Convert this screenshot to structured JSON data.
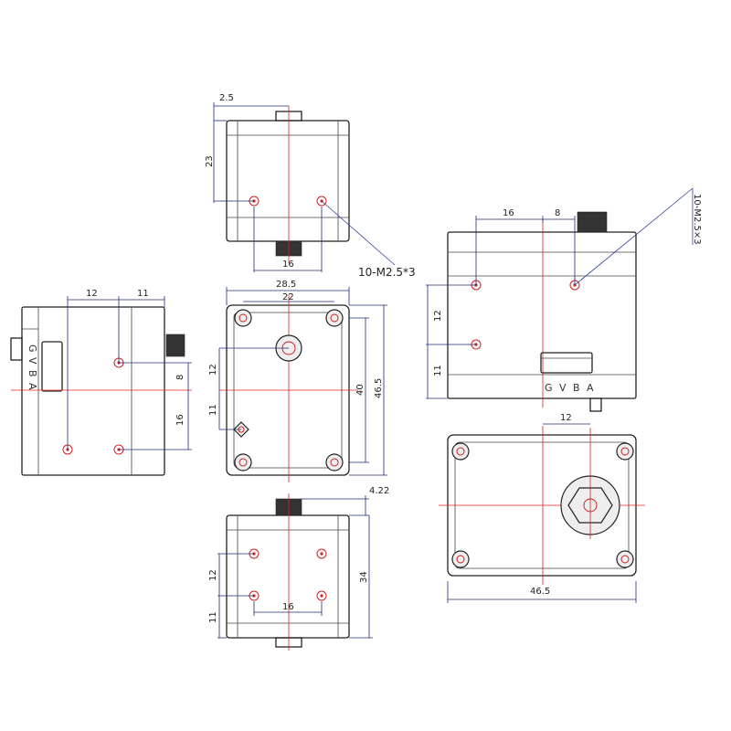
{
  "top_view": {
    "dim_offset": "2.5",
    "dim_height": "23",
    "dim_spacing": "16"
  },
  "callout_thread": "10-M2.5*3",
  "callout_thread_rotated": "10-M2.5×3",
  "front_view": {
    "dim_width_outer": "28.5",
    "dim_width_inner": "22",
    "dim_v1": "12",
    "dim_v2": "11",
    "dim_height_inner": "40",
    "dim_height_outer": "46.5"
  },
  "left_view": {
    "dim_h1": "12",
    "dim_h2": "11",
    "dim_v1": "8",
    "dim_v2": "16",
    "connector_labels": [
      "G",
      "V",
      "B",
      "A"
    ]
  },
  "bottom_view": {
    "dim_shaft": "4.22",
    "dim_v1": "12",
    "dim_v2": "11",
    "dim_spacing": "16",
    "dim_height": "34"
  },
  "right_view": {
    "dim_h1": "16",
    "dim_h2": "8",
    "dim_v1": "12",
    "dim_v2": "11",
    "connector_labels": [
      "G",
      "V",
      "B",
      "A"
    ]
  },
  "back_view": {
    "dim_offset": "12",
    "dim_width": "46.5"
  }
}
